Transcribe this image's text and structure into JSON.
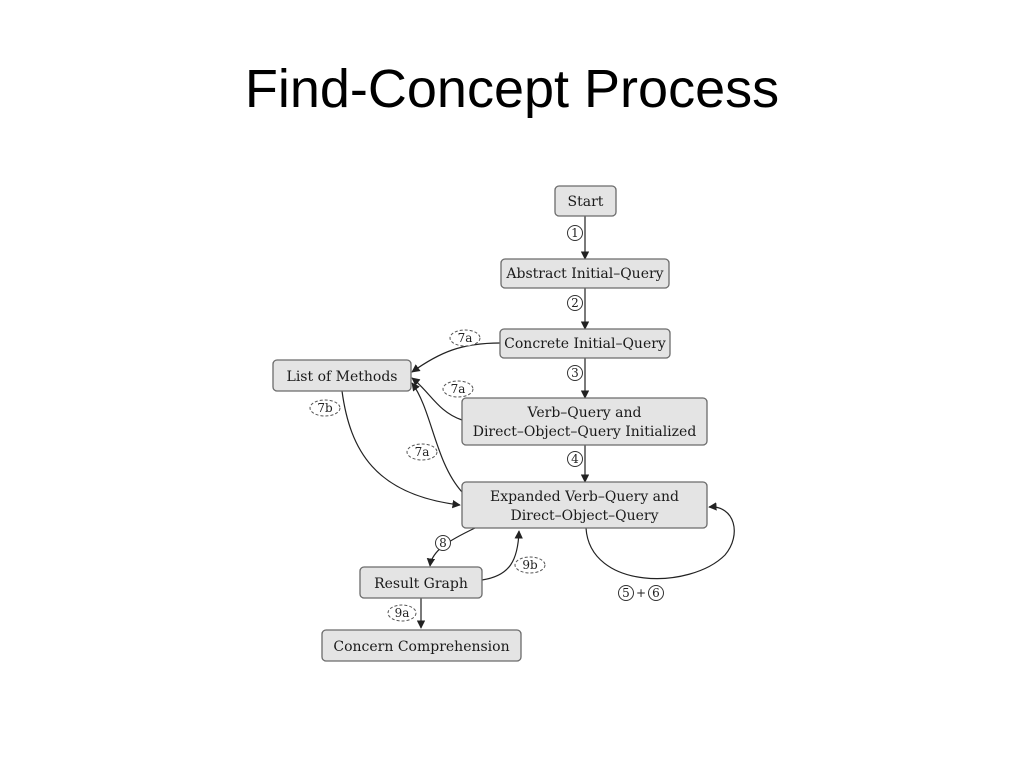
{
  "slide": {
    "title": "Find-Concept Process"
  },
  "nodes": {
    "start": "Start",
    "abstract_query": "Abstract Initial–Query",
    "concrete_query": "Concrete Initial–Query",
    "verb_query_line1": "Verb–Query and",
    "verb_query_line2": "Direct–Object–Query Initialized",
    "expanded_query_line1": "Expanded Verb–Query and",
    "expanded_query_line2": "Direct–Object–Query",
    "list_of_methods": "List of Methods",
    "result_graph": "Result Graph",
    "concern_comprehension": "Concern Comprehension"
  },
  "steps": {
    "s1": "1",
    "s2": "2",
    "s3": "3",
    "s4": "4",
    "s8": "8",
    "s5": "5",
    "s6": "6",
    "s5_6_join": "+",
    "s7a_top": "7a",
    "s7a_mid": "7a",
    "s7a_low": "7a",
    "s7b": "7b",
    "s9a": "9a",
    "s9b": "9b"
  }
}
